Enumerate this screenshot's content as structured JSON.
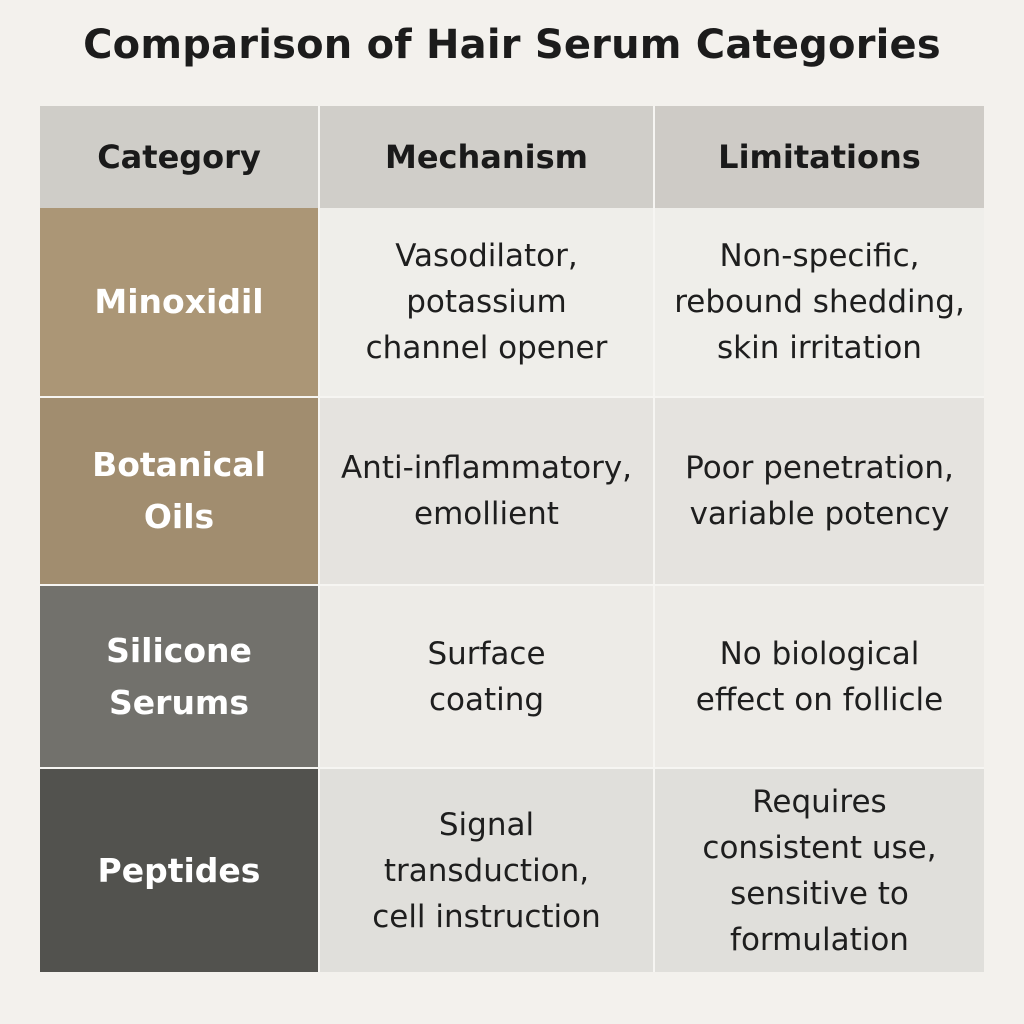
{
  "chart_data": {
    "type": "table",
    "title": "Comparison of Hair Serum Categories",
    "columns": [
      "Category",
      "Mechanism",
      "Limitations"
    ],
    "rows": [
      {
        "category": "Minoxidil",
        "mechanism": "Vasodilator,\npotassium\nchannel opener",
        "limitations": "Non-specific,\nrebound shedding,\nskin irritation"
      },
      {
        "category": "Botanical\nOils",
        "mechanism": "Anti-inflammatory,\nemollient",
        "limitations": "Poor penetration,\nvariable potency"
      },
      {
        "category": "Silicone\nSerums",
        "mechanism": "Surface\ncoating",
        "limitations": "No biological\neffect on follicle"
      },
      {
        "category": "Peptides",
        "mechanism": "Signal\ntransduction,\ncell instruction",
        "limitations": "Requires\nconsistent use,\nsensitive to\nformulation"
      }
    ]
  }
}
